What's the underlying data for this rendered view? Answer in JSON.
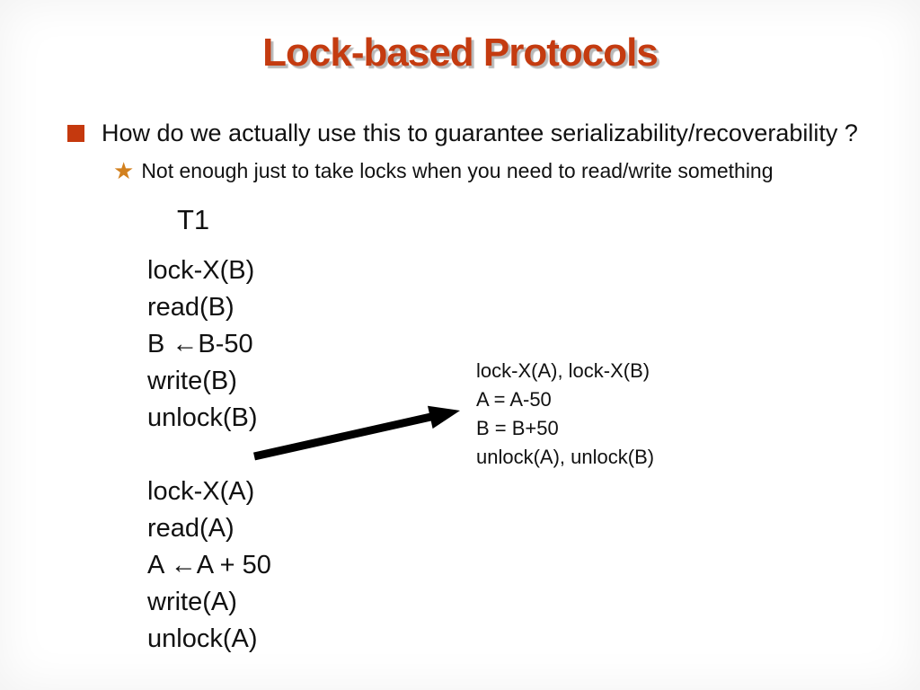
{
  "slide": {
    "title": "Lock-based Protocols",
    "bullet_text": "How do we actually use this to guarantee serializability/recoverability ?",
    "sub_bullet": {
      "star_glyph": "★",
      "text": "Not enough just to take locks when you need to read/write something"
    },
    "transaction_label": "T1",
    "code_lines": [
      "lock-X(B)",
      "read(B)",
      "B ←B-50",
      "write(B)",
      "unlock(B)",
      "",
      "lock-X(A)",
      "read(A)",
      "A ←A + 50",
      "write(A)",
      "unlock(A)"
    ],
    "annotation_lines": [
      "lock-X(A), lock-X(B)",
      "A = A-50",
      "B = B+50",
      "unlock(A), unlock(B)"
    ],
    "colors": {
      "title": "#c43b10",
      "title_shadow": "#b8b8b8",
      "bullet_square": "#c5390e",
      "star": "#d2801e",
      "text": "#111111",
      "arrow": "#000000"
    }
  }
}
